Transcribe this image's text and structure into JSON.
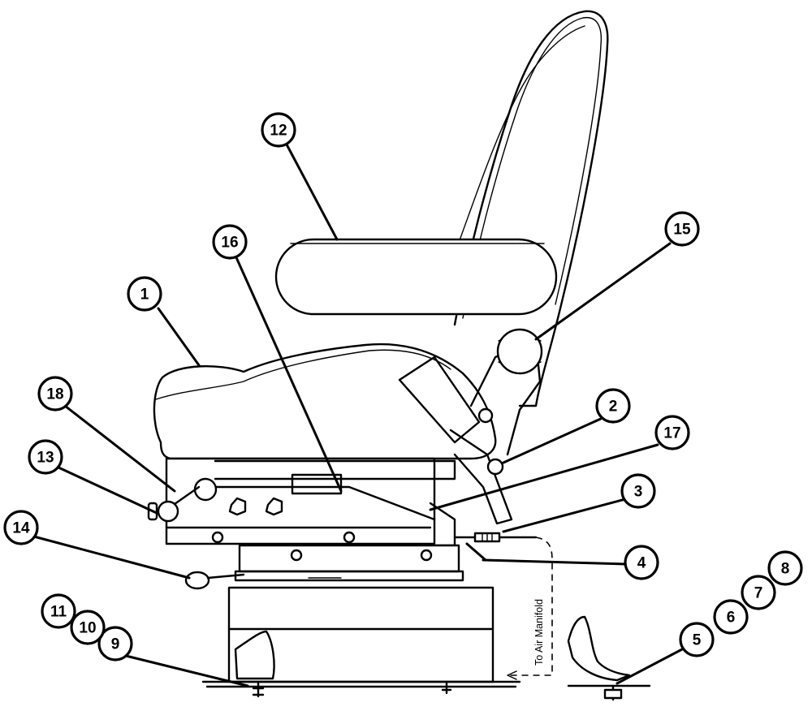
{
  "diagram": {
    "callouts": [
      {
        "id": "c1",
        "label": "1"
      },
      {
        "id": "c2",
        "label": "2"
      },
      {
        "id": "c3",
        "label": "3"
      },
      {
        "id": "c4",
        "label": "4"
      },
      {
        "id": "c5",
        "label": "5"
      },
      {
        "id": "c6",
        "label": "6"
      },
      {
        "id": "c7",
        "label": "7"
      },
      {
        "id": "c8",
        "label": "8"
      },
      {
        "id": "c9",
        "label": "9"
      },
      {
        "id": "c10",
        "label": "10"
      },
      {
        "id": "c11",
        "label": "11"
      },
      {
        "id": "c12",
        "label": "12"
      },
      {
        "id": "c13",
        "label": "13"
      },
      {
        "id": "c14",
        "label": "14"
      },
      {
        "id": "c15",
        "label": "15"
      },
      {
        "id": "c16",
        "label": "16"
      },
      {
        "id": "c17",
        "label": "17"
      },
      {
        "id": "c18",
        "label": "18"
      }
    ],
    "annotation": "To Air Manifold"
  }
}
